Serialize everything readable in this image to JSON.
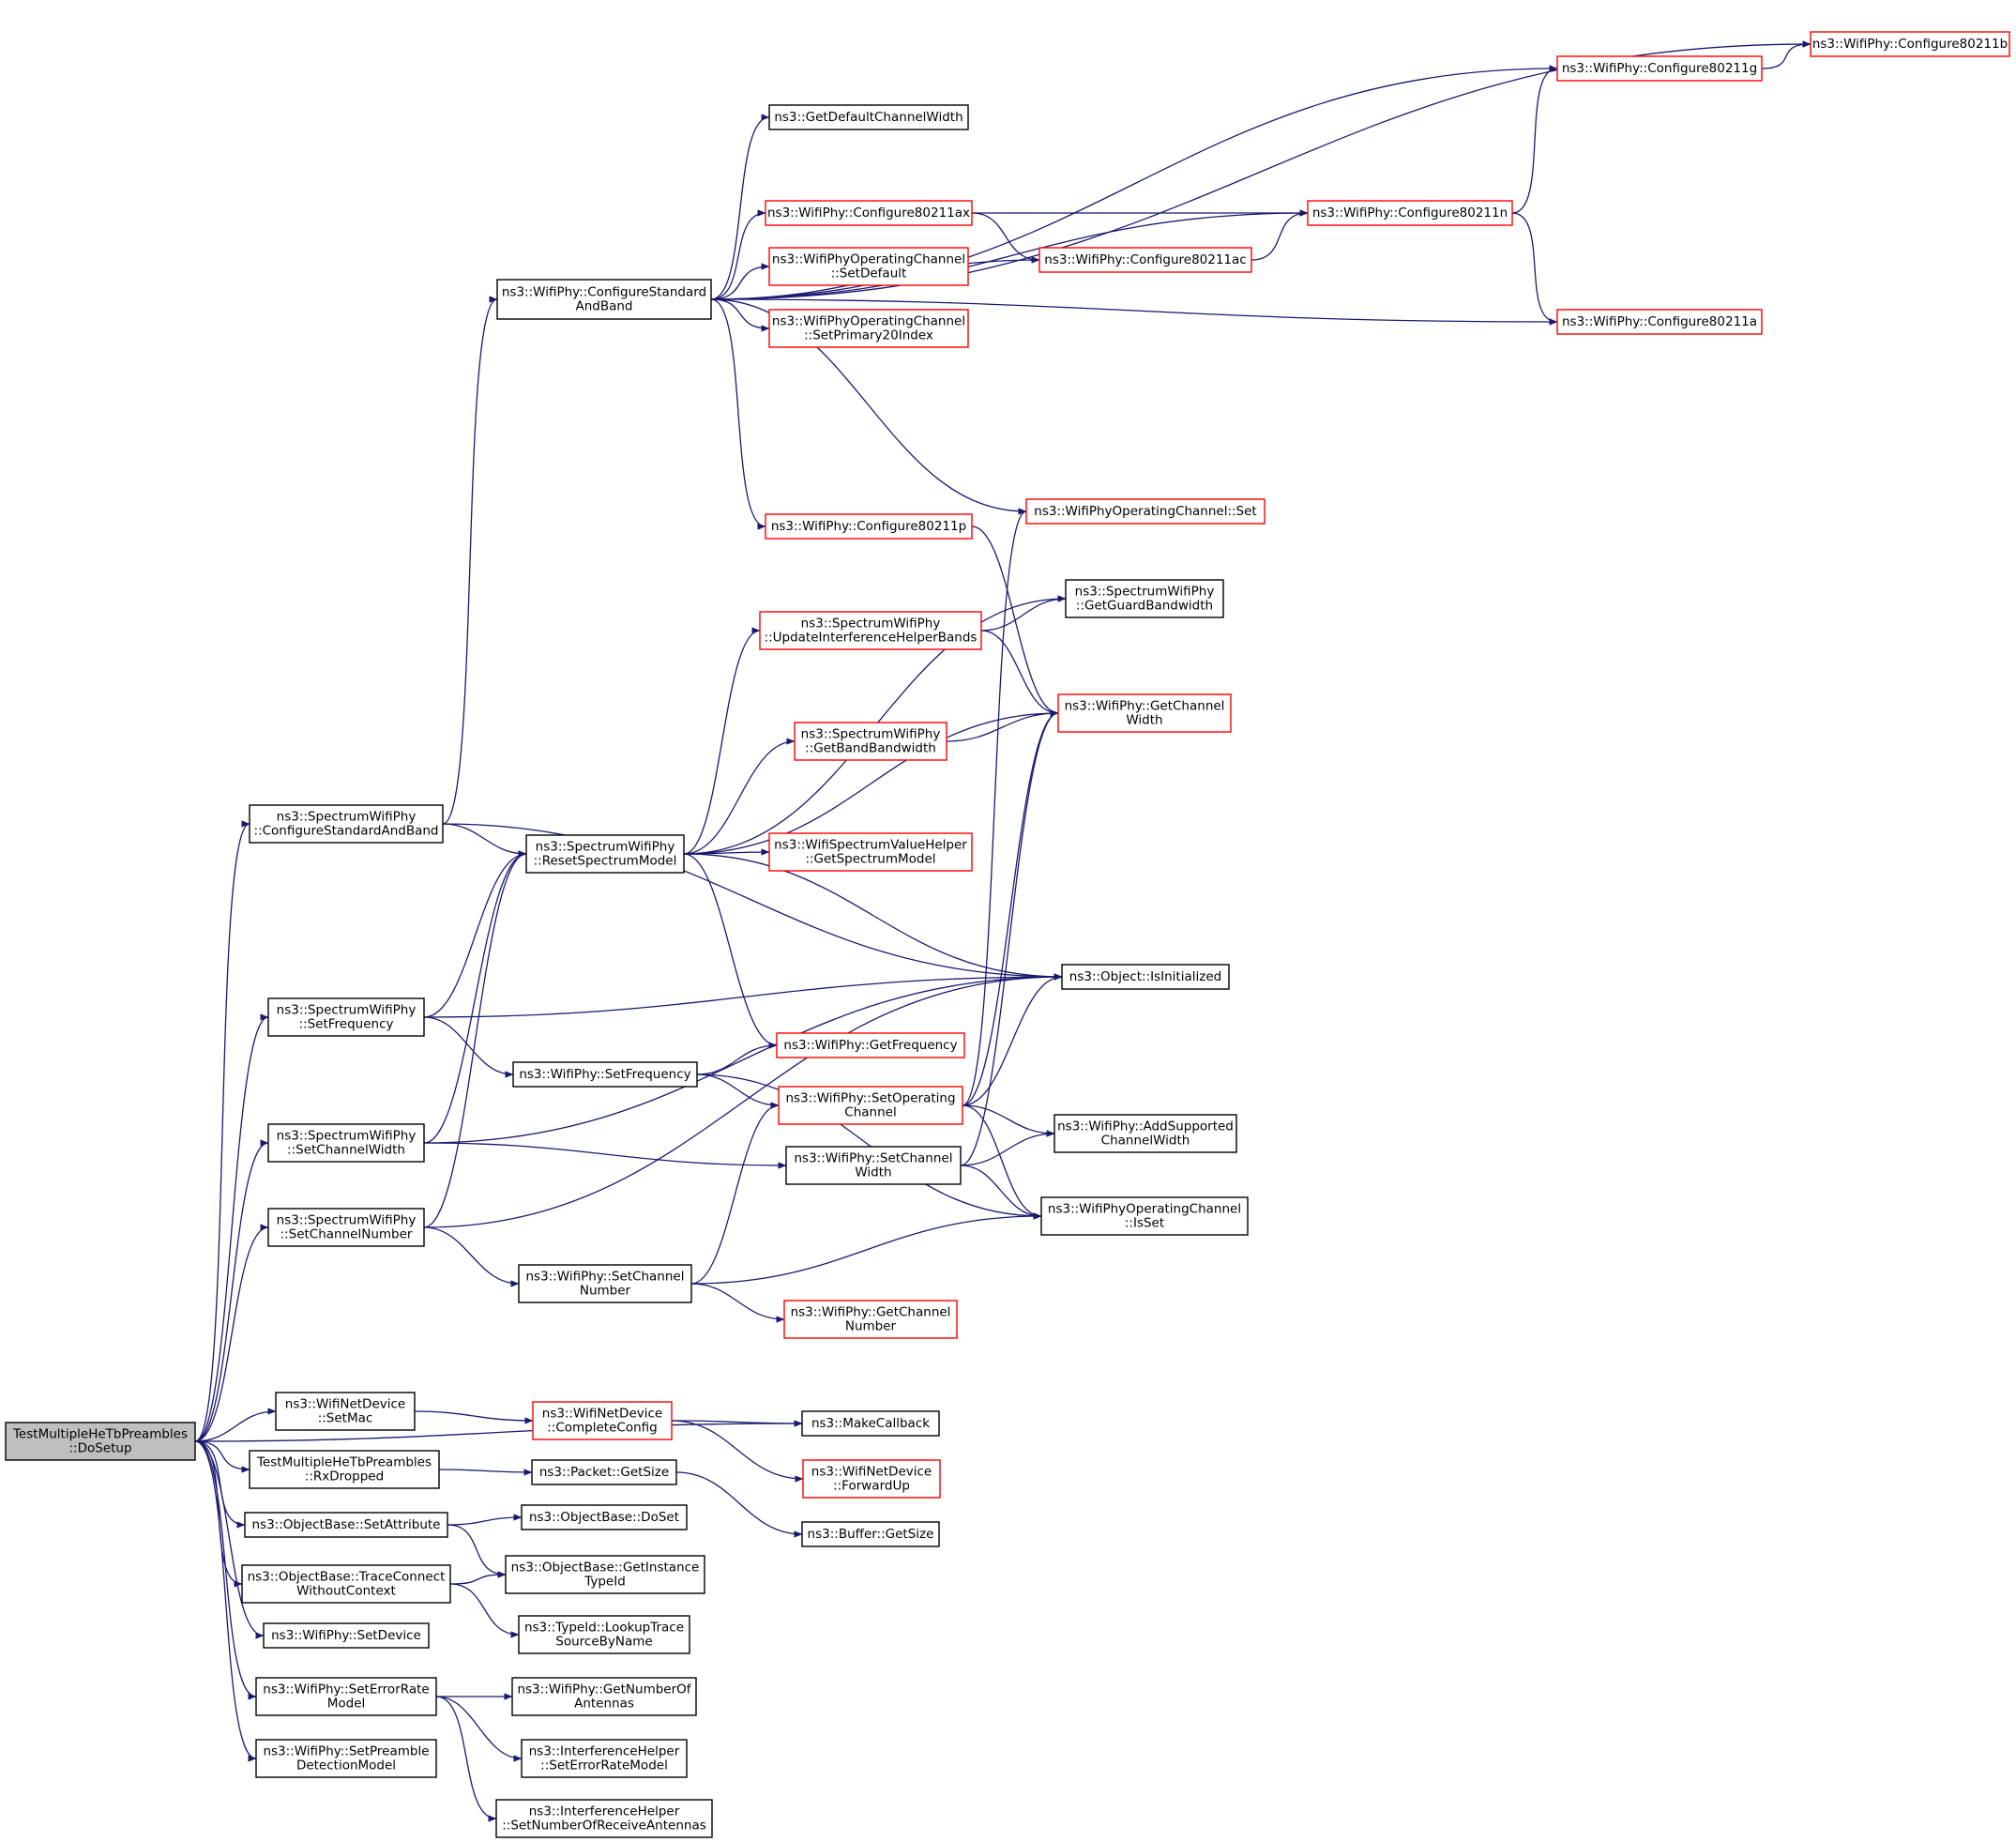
{
  "colors": {
    "edge": "#191970",
    "border_documented": "#000000",
    "border_undocumented": "#ff0000",
    "root_fill": "#bfbfbf",
    "node_fill": "#ffffff"
  },
  "nodes": [
    {
      "id": "root",
      "lines": [
        "TestMultipleHeTbPreambles",
        "::DoSetup"
      ],
      "border": "black",
      "root": true
    },
    {
      "id": "sw_cfgstd",
      "lines": [
        "ns3::SpectrumWifiPhy",
        "::ConfigureStandardAndBand"
      ],
      "border": "black"
    },
    {
      "id": "sw_setfreq",
      "lines": [
        "ns3::SpectrumWifiPhy",
        "::SetFrequency"
      ],
      "border": "black"
    },
    {
      "id": "sw_setcw",
      "lines": [
        "ns3::SpectrumWifiPhy",
        "::SetChannelWidth"
      ],
      "border": "black"
    },
    {
      "id": "sw_setcn",
      "lines": [
        "ns3::SpectrumWifiPhy",
        "::SetChannelNumber"
      ],
      "border": "black"
    },
    {
      "id": "wnd_setmac",
      "lines": [
        "ns3::WifiNetDevice",
        "::SetMac"
      ],
      "border": "black"
    },
    {
      "id": "tm_rxdropped",
      "lines": [
        "TestMultipleHeTbPreambles",
        "::RxDropped"
      ],
      "border": "black"
    },
    {
      "id": "ob_setattr",
      "lines": [
        "ns3::ObjectBase::SetAttribute"
      ],
      "border": "black"
    },
    {
      "id": "ob_tracecon",
      "lines": [
        "ns3::ObjectBase::TraceConnect",
        "WithoutContext"
      ],
      "border": "black"
    },
    {
      "id": "wp_setdevice",
      "lines": [
        "ns3::WifiPhy::SetDevice"
      ],
      "border": "black"
    },
    {
      "id": "wp_seterm",
      "lines": [
        "ns3::WifiPhy::SetErrorRate",
        "Model"
      ],
      "border": "black"
    },
    {
      "id": "wp_setpdm",
      "lines": [
        "ns3::WifiPhy::SetPreamble",
        "DetectionModel"
      ],
      "border": "black"
    },
    {
      "id": "wp_cfgstd",
      "lines": [
        "ns3::WifiPhy::ConfigureStandard",
        "AndBand"
      ],
      "border": "black"
    },
    {
      "id": "sw_resetsm",
      "lines": [
        "ns3::SpectrumWifiPhy",
        "::ResetSpectrumModel"
      ],
      "border": "black"
    },
    {
      "id": "wp_setfreq",
      "lines": [
        "ns3::WifiPhy::SetFrequency"
      ],
      "border": "black"
    },
    {
      "id": "wp_setcw",
      "lines": [
        "ns3::WifiPhy::SetChannel",
        "Width"
      ],
      "border": "black"
    },
    {
      "id": "wp_setcn",
      "lines": [
        "ns3::WifiPhy::SetChannel",
        "Number"
      ],
      "border": "black"
    },
    {
      "id": "wnd_complete",
      "lines": [
        "ns3::WifiNetDevice",
        "::CompleteConfig"
      ],
      "border": "red"
    },
    {
      "id": "makecb",
      "lines": [
        "ns3::MakeCallback"
      ],
      "border": "black"
    },
    {
      "id": "pkt_getsize",
      "lines": [
        "ns3::Packet::GetSize"
      ],
      "border": "black"
    },
    {
      "id": "ob_doset",
      "lines": [
        "ns3::ObjectBase::DoSet"
      ],
      "border": "black"
    },
    {
      "id": "ob_getinst",
      "lines": [
        "ns3::ObjectBase::GetInstance",
        "TypeId"
      ],
      "border": "black"
    },
    {
      "id": "typeid_lookup",
      "lines": [
        "ns3::TypeId::LookupTrace",
        "SourceByName"
      ],
      "border": "black"
    },
    {
      "id": "wp_getnant",
      "lines": [
        "ns3::WifiPhy::GetNumberOf",
        "Antennas"
      ],
      "border": "black"
    },
    {
      "id": "ih_seterm",
      "lines": [
        "ns3::InterferenceHelper",
        "::SetErrorRateModel"
      ],
      "border": "black"
    },
    {
      "id": "ih_setnra",
      "lines": [
        "ns3::InterferenceHelper",
        "::SetNumberOfReceiveAntennas"
      ],
      "border": "black"
    },
    {
      "id": "getdefcw",
      "lines": [
        "ns3::GetDefaultChannelWidth"
      ],
      "border": "black"
    },
    {
      "id": "cfg_ax",
      "lines": [
        "ns3::WifiPhy::Configure80211ax"
      ],
      "border": "red"
    },
    {
      "id": "woc_setdefault",
      "lines": [
        "ns3::WifiPhyOperatingChannel",
        "::SetDefault"
      ],
      "border": "red"
    },
    {
      "id": "woc_setp20",
      "lines": [
        "ns3::WifiPhyOperatingChannel",
        "::SetPrimary20Index"
      ],
      "border": "red"
    },
    {
      "id": "cfg_p",
      "lines": [
        "ns3::WifiPhy::Configure80211p"
      ],
      "border": "red"
    },
    {
      "id": "sw_updih",
      "lines": [
        "ns3::SpectrumWifiPhy",
        "::UpdateInterferenceHelperBands"
      ],
      "border": "red"
    },
    {
      "id": "sw_getbw",
      "lines": [
        "ns3::SpectrumWifiPhy",
        "::GetBandBandwidth"
      ],
      "border": "red"
    },
    {
      "id": "wsvh_getsm",
      "lines": [
        "ns3::WifiSpectrumValueHelper",
        "::GetSpectrumModel"
      ],
      "border": "red"
    },
    {
      "id": "wp_getfreq",
      "lines": [
        "ns3::WifiPhy::GetFrequency"
      ],
      "border": "red"
    },
    {
      "id": "wp_setopch",
      "lines": [
        "ns3::WifiPhy::SetOperating",
        "Channel"
      ],
      "border": "red"
    },
    {
      "id": "wp_getcn",
      "lines": [
        "ns3::WifiPhy::GetChannel",
        "Number"
      ],
      "border": "red"
    },
    {
      "id": "wnd_fwdup",
      "lines": [
        "ns3::WifiNetDevice",
        "::ForwardUp"
      ],
      "border": "red"
    },
    {
      "id": "buf_getsize",
      "lines": [
        "ns3::Buffer::GetSize"
      ],
      "border": "black"
    },
    {
      "id": "cfg_ac",
      "lines": [
        "ns3::WifiPhy::Configure80211ac"
      ],
      "border": "red"
    },
    {
      "id": "woc_set",
      "lines": [
        "ns3::WifiPhyOperatingChannel::Set"
      ],
      "border": "red"
    },
    {
      "id": "sw_getguard",
      "lines": [
        "ns3::SpectrumWifiPhy",
        "::GetGuardBandwidth"
      ],
      "border": "black"
    },
    {
      "id": "wp_getcw",
      "lines": [
        "ns3::WifiPhy::GetChannel",
        "Width"
      ],
      "border": "red"
    },
    {
      "id": "obj_isinit",
      "lines": [
        "ns3::Object::IsInitialized"
      ],
      "border": "black"
    },
    {
      "id": "wp_addsupcw",
      "lines": [
        "ns3::WifiPhy::AddSupported",
        "ChannelWidth"
      ],
      "border": "black"
    },
    {
      "id": "woc_isset",
      "lines": [
        "ns3::WifiPhyOperatingChannel",
        "::IsSet"
      ],
      "border": "black"
    },
    {
      "id": "cfg_g",
      "lines": [
        "ns3::WifiPhy::Configure80211g"
      ],
      "border": "red"
    },
    {
      "id": "cfg_n",
      "lines": [
        "ns3::WifiPhy::Configure80211n"
      ],
      "border": "red"
    },
    {
      "id": "cfg_a",
      "lines": [
        "ns3::WifiPhy::Configure80211a"
      ],
      "border": "red"
    },
    {
      "id": "cfg_b",
      "lines": [
        "ns3::WifiPhy::Configure80211b"
      ],
      "border": "red"
    }
  ],
  "edges": [
    [
      "root",
      "sw_cfgstd"
    ],
    [
      "root",
      "sw_setfreq"
    ],
    [
      "root",
      "sw_setcw"
    ],
    [
      "root",
      "sw_setcn"
    ],
    [
      "root",
      "makecb"
    ],
    [
      "root",
      "wnd_setmac"
    ],
    [
      "root",
      "tm_rxdropped"
    ],
    [
      "root",
      "ob_setattr"
    ],
    [
      "root",
      "ob_tracecon"
    ],
    [
      "root",
      "wp_setdevice"
    ],
    [
      "root",
      "wp_seterm"
    ],
    [
      "root",
      "wp_setpdm"
    ],
    [
      "sw_cfgstd",
      "wp_cfgstd"
    ],
    [
      "sw_cfgstd",
      "sw_resetsm"
    ],
    [
      "sw_cfgstd",
      "obj_isinit"
    ],
    [
      "sw_setfreq",
      "sw_resetsm"
    ],
    [
      "sw_setfreq",
      "obj_isinit"
    ],
    [
      "sw_setfreq",
      "wp_setfreq"
    ],
    [
      "sw_setcw",
      "sw_resetsm"
    ],
    [
      "sw_setcw",
      "obj_isinit"
    ],
    [
      "sw_setcw",
      "wp_setcw"
    ],
    [
      "sw_setcn",
      "sw_resetsm"
    ],
    [
      "sw_setcn",
      "obj_isinit"
    ],
    [
      "sw_setcn",
      "wp_setcn"
    ],
    [
      "wnd_setmac",
      "wnd_complete"
    ],
    [
      "wnd_complete",
      "makecb"
    ],
    [
      "wnd_complete",
      "wnd_fwdup"
    ],
    [
      "tm_rxdropped",
      "pkt_getsize"
    ],
    [
      "pkt_getsize",
      "buf_getsize"
    ],
    [
      "ob_setattr",
      "ob_doset"
    ],
    [
      "ob_setattr",
      "ob_getinst"
    ],
    [
      "ob_tracecon",
      "ob_getinst"
    ],
    [
      "ob_tracecon",
      "typeid_lookup"
    ],
    [
      "wp_seterm",
      "wp_getnant"
    ],
    [
      "wp_seterm",
      "ih_seterm"
    ],
    [
      "wp_seterm",
      "ih_setnra"
    ],
    [
      "wp_cfgstd",
      "cfg_b"
    ],
    [
      "wp_cfgstd",
      "cfg_g"
    ],
    [
      "wp_cfgstd",
      "getdefcw"
    ],
    [
      "wp_cfgstd",
      "cfg_n"
    ],
    [
      "wp_cfgstd",
      "cfg_ax"
    ],
    [
      "wp_cfgstd",
      "woc_setdefault"
    ],
    [
      "wp_cfgstd",
      "woc_setp20"
    ],
    [
      "wp_cfgstd",
      "cfg_ac"
    ],
    [
      "wp_cfgstd",
      "cfg_a"
    ],
    [
      "wp_cfgstd",
      "woc_set"
    ],
    [
      "wp_cfgstd",
      "cfg_p"
    ],
    [
      "cfg_ax",
      "cfg_n"
    ],
    [
      "cfg_ax",
      "cfg_ac"
    ],
    [
      "cfg_ac",
      "cfg_n"
    ],
    [
      "cfg_n",
      "cfg_g"
    ],
    [
      "cfg_n",
      "cfg_a"
    ],
    [
      "cfg_g",
      "cfg_b"
    ],
    [
      "cfg_p",
      "wp_getcw"
    ],
    [
      "sw_resetsm",
      "sw_getguard"
    ],
    [
      "sw_resetsm",
      "sw_updih"
    ],
    [
      "sw_resetsm",
      "wp_getcw"
    ],
    [
      "sw_resetsm",
      "sw_getbw"
    ],
    [
      "sw_resetsm",
      "wsvh_getsm"
    ],
    [
      "sw_resetsm",
      "obj_isinit"
    ],
    [
      "sw_resetsm",
      "wp_getfreq"
    ],
    [
      "sw_updih",
      "sw_getguard"
    ],
    [
      "sw_updih",
      "wp_getcw"
    ],
    [
      "sw_getbw",
      "wp_getcw"
    ],
    [
      "wp_setfreq",
      "wp_getfreq"
    ],
    [
      "wp_setfreq",
      "wp_setopch"
    ],
    [
      "wp_setfreq",
      "woc_isset"
    ],
    [
      "wp_setopch",
      "woc_set"
    ],
    [
      "wp_setopch",
      "wp_getcw"
    ],
    [
      "wp_setopch",
      "obj_isinit"
    ],
    [
      "wp_setopch",
      "wp_addsupcw"
    ],
    [
      "wp_setopch",
      "woc_isset"
    ],
    [
      "wp_setcw",
      "wp_getcw"
    ],
    [
      "wp_setcw",
      "wp_addsupcw"
    ],
    [
      "wp_setcw",
      "woc_isset"
    ],
    [
      "wp_setcn",
      "wp_setopch"
    ],
    [
      "wp_setcn",
      "wp_getcn"
    ],
    [
      "wp_setcn",
      "woc_isset"
    ]
  ]
}
